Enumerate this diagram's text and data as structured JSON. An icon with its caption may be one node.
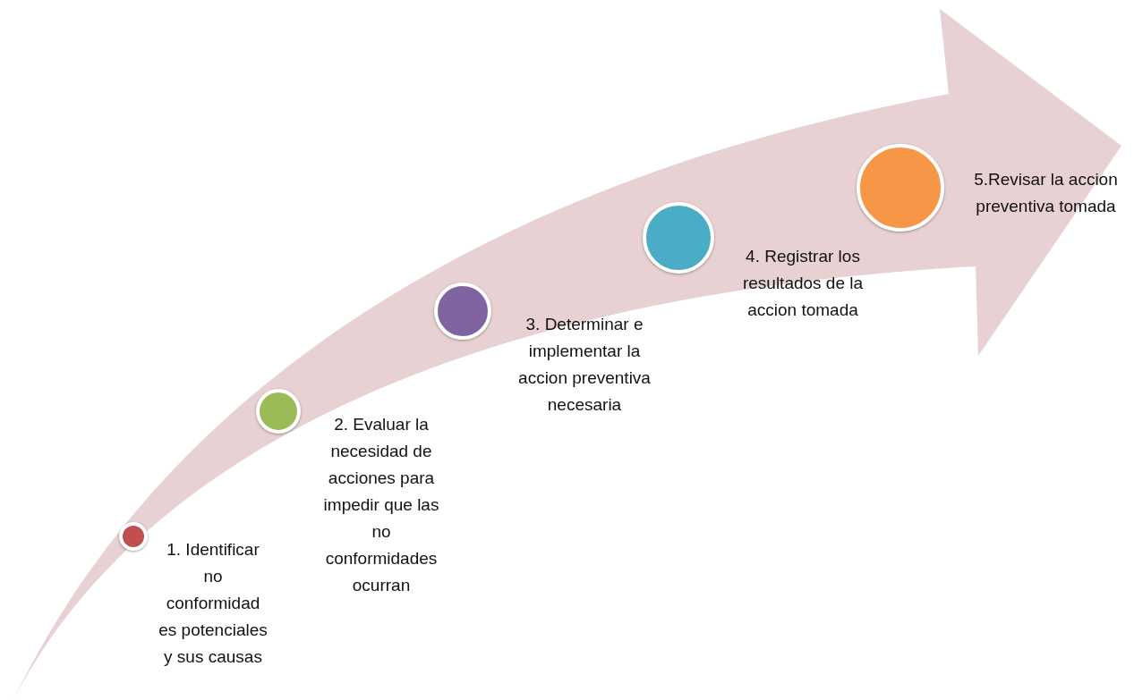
{
  "diagram": {
    "nodes": [
      {
        "text": [],
        "shape": "circle",
        "beside": [
          "1. Identificar no conformidad es potenciales y sus causas"
        ]
      },
      {
        "text": [],
        "shape": "circle",
        "beside": [
          "2. Evaluar la necesidad de acciones para impedir que las no conformidades ocurran"
        ]
      },
      {
        "text": [],
        "shape": "circle",
        "beside": [
          "3. Determinar e implementar la accion preventiva necesaria"
        ]
      },
      {
        "text": [],
        "shape": "circle",
        "beside": [
          "4. Registrar los resultados de la accion tomada"
        ]
      },
      {
        "text": [],
        "shape": "circle",
        "beside": [
          "5.Revisar la accion preventiva tomada"
        ]
      }
    ]
  }
}
